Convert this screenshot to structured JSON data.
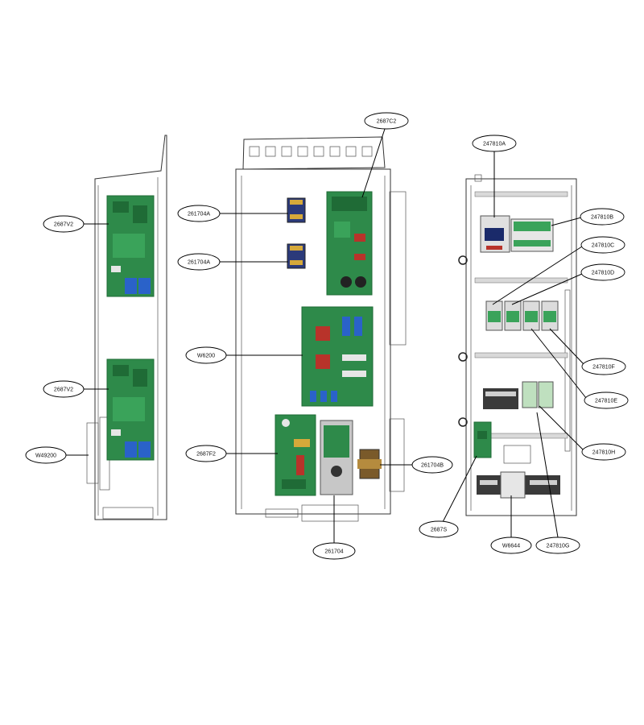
{
  "panels": {
    "left": {
      "callouts": [
        "2687V2",
        "2687V2",
        "W49200"
      ]
    },
    "center": {
      "callouts": [
        "2687C2",
        "261704A",
        "261704A",
        "W6200",
        "2687F2",
        "261704B",
        "261704"
      ]
    },
    "right": {
      "callouts": [
        "247810A",
        "247810B",
        "247810C",
        "247810D",
        "247810F",
        "247810E",
        "247810H",
        "2687S",
        "W6644",
        "247810G"
      ]
    }
  },
  "colors": {
    "pcb": "#2e8a4a",
    "pcb_dark": "#1f6b36",
    "capacitor_blue": "#2a62c9",
    "inductor_red": "#b8332a",
    "outline": "#333333"
  }
}
